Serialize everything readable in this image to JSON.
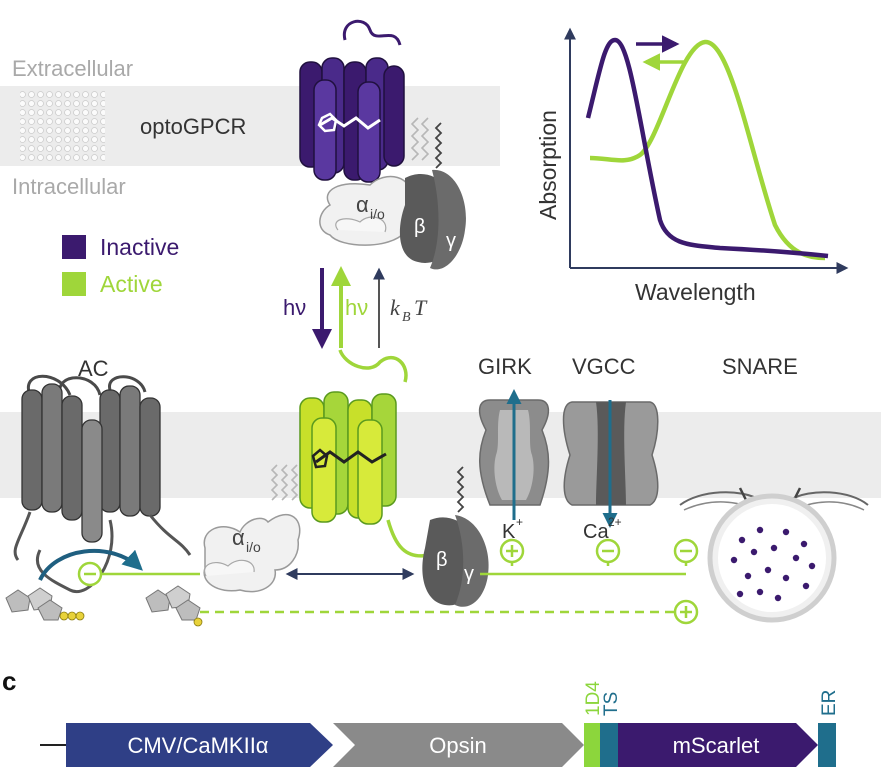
{
  "membrane": {
    "extracellular": "Extracellular",
    "intracellular": "Intracellular",
    "receptor_label": "optoGPCR"
  },
  "legend": {
    "inactive": "Inactive",
    "active": "Active",
    "inactive_color": "#3b1a6e",
    "active_color": "#9fd63a"
  },
  "g_protein": {
    "alpha_symbol": "α",
    "alpha_subscript": "i/o",
    "beta": "β",
    "gamma": "γ"
  },
  "transitions": {
    "photo_inactivation": "hν",
    "photo_activation": "hν",
    "thermal_k": "k",
    "thermal_sub": "B",
    "thermal_t": "T"
  },
  "spectrum_plot": {
    "xlabel": "Wavelength",
    "ylabel": "Absorption"
  },
  "effectors": {
    "ac": "AC",
    "girk": "GIRK",
    "vgcc": "VGCC",
    "snare": "SNARE",
    "k_ion": "K",
    "k_charge": "+",
    "ca_ion": "Ca",
    "ca_charge": "2+"
  },
  "panel_c": {
    "label": "c",
    "segments": {
      "promoter": "CMV/CaMKIIα",
      "opsin": "Opsin",
      "tag_1d4": "1D4",
      "tag_ts": "TS",
      "reporter": "mScarlet",
      "tag_er": "ER"
    },
    "colors": {
      "promoter": "#2f3f86",
      "opsin": "#8a8a8a",
      "tag_1d4": "#8cd63c",
      "tag_ts": "#1f6e8c",
      "reporter": "#3b1a6e",
      "tag_er": "#1f6e8c"
    }
  }
}
